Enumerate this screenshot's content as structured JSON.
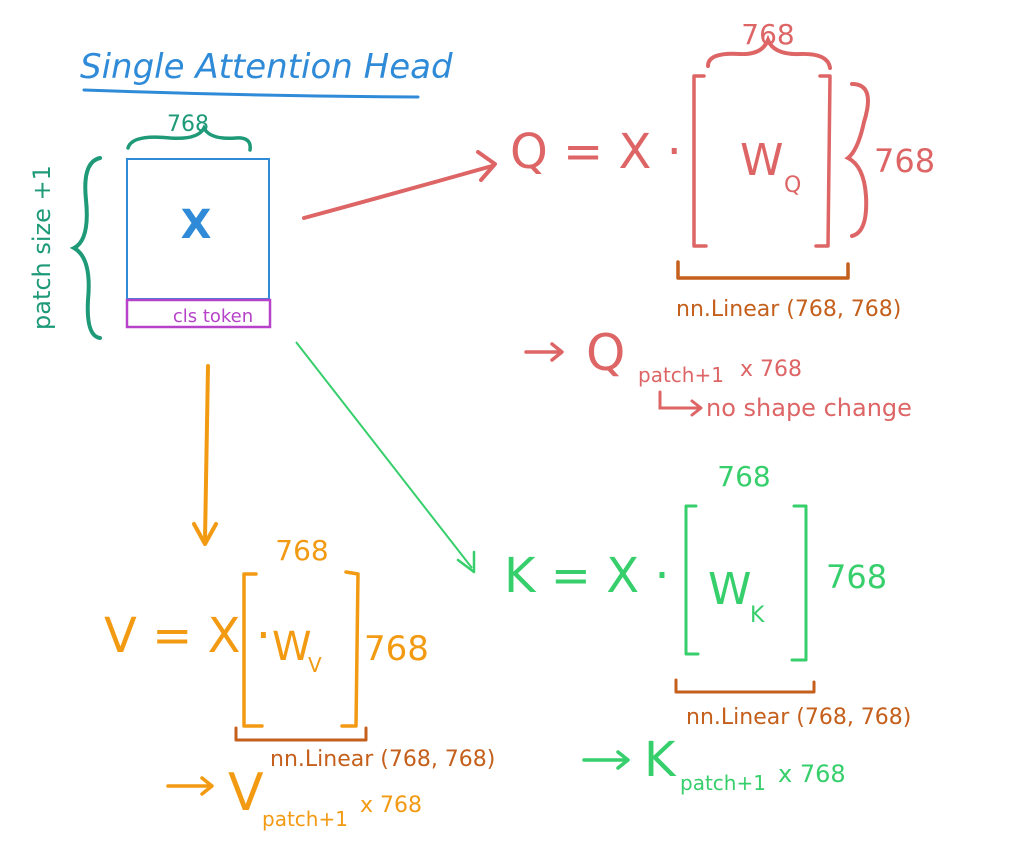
{
  "colors": {
    "blue": "#2f8bd8",
    "teal": "#1e9a78",
    "magenta": "#b642c9",
    "red": "#de6566",
    "orange": "#f39a13",
    "brown": "#c45f1c",
    "green": "#36cf6b"
  },
  "title": "Single Attention Head",
  "input": {
    "matrix_label": "X",
    "width_label": "768",
    "height_label": "patch size +1",
    "cls_label": "cls token"
  },
  "query": {
    "equation": "Q = X ·",
    "weight_main": "W",
    "weight_sub": "Q",
    "top_dim": "768",
    "side_dim": "768",
    "layer_label": "nn.Linear (768, 768)",
    "output_main": "Q",
    "output_sub": "patch+1",
    "output_dim": "x 768",
    "note": "no shape change"
  },
  "key": {
    "equation": "K = X ·",
    "weight_main": "W",
    "weight_sub": "K",
    "top_dim": "768",
    "side_dim": "768",
    "layer_label": "nn.Linear (768, 768)",
    "output_main": "K",
    "output_sub": "patch+1",
    "output_dim": "x 768"
  },
  "value": {
    "equation": "V = X ·",
    "weight_main": "W",
    "weight_sub": "V",
    "top_dim": "768",
    "side_dim": "768",
    "layer_label": "nn.Linear (768, 768)",
    "output_main": "V",
    "output_sub": "patch+1",
    "output_dim": "x 768"
  }
}
